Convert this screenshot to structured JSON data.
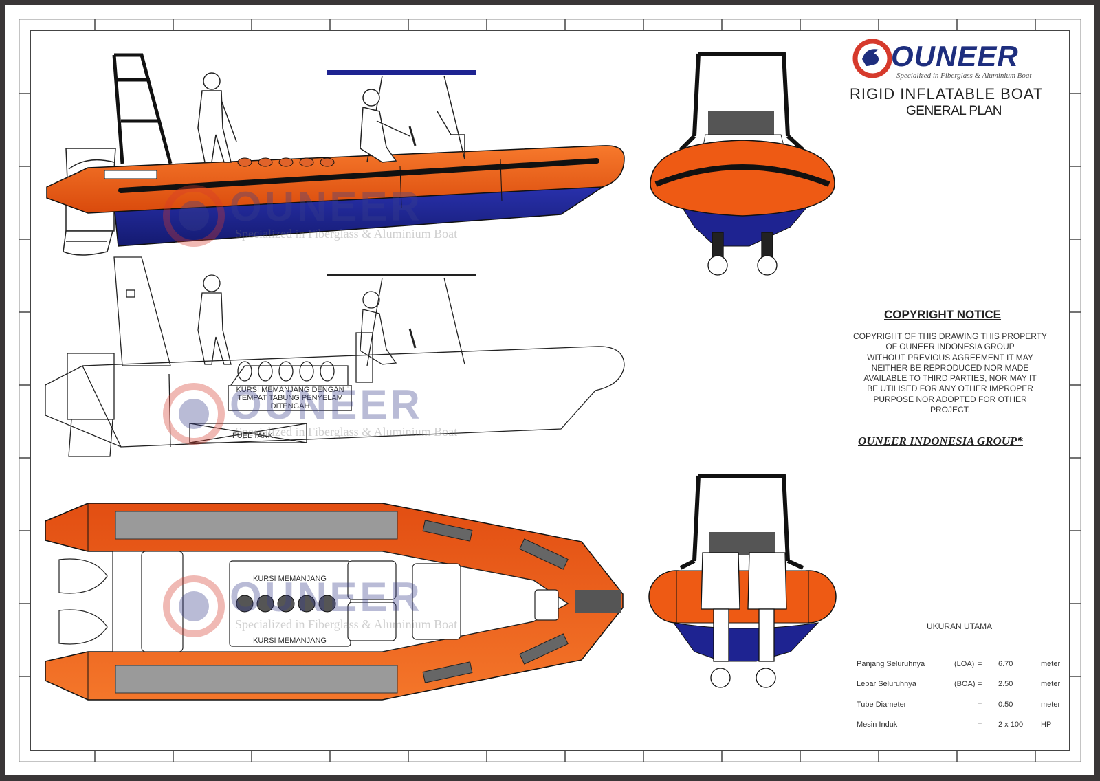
{
  "brand": {
    "name": "OUNEER",
    "tagline": "Specialized in Fiberglass & Aluminium Boat"
  },
  "title": {
    "line1": "RIGID INFLATABLE BOAT",
    "line2": "GENERAL PLAN"
  },
  "copyright": {
    "heading": "COPYRIGHT NOTICE",
    "lines": [
      "COPYRIGHT OF THIS DRAWING THIS PROPERTY",
      "OF OUNEER INDONESIA GROUP",
      "WITHOUT PREVIOUS AGREEMENT IT MAY",
      "NEITHER BE REPRODUCED NOR MADE",
      "AVAILABLE TO THIRD PARTIES, NOR MAY IT",
      "BE UTILISED FOR ANY OTHER IMPROPER",
      "PURPOSE NOR ADOPTED FOR OTHER",
      "PROJECT."
    ],
    "group": "OUNEER INDONESIA GROUP*"
  },
  "profile_notes": {
    "bench_note": [
      "KURSI MEMANJANG DENGAN",
      "TEMPAT TABUNG PENYELAM",
      "DITENGAH"
    ],
    "fuel_label": "FUEL TANK"
  },
  "plan_notes": {
    "bench_top": "KURSI MEMANJANG",
    "bench_bottom": "KURSI MEMANJANG"
  },
  "main_dimensions": {
    "heading": "UKURAN UTAMA",
    "rows": [
      {
        "label": "Panjang Seluruhnya",
        "abbr": "(LOA)",
        "eq": "=",
        "value": "6.70",
        "unit": "meter"
      },
      {
        "label": "Lebar Seluruhnya",
        "abbr": "(BOA)",
        "eq": "=",
        "value": "2.50",
        "unit": "meter"
      },
      {
        "label": "Tube Diameter",
        "abbr": "",
        "eq": "=",
        "value": "0.50",
        "unit": "meter"
      },
      {
        "label": "Mesin Induk",
        "abbr": "",
        "eq": "=",
        "value": "2 x 100",
        "unit": "HP"
      }
    ]
  },
  "colors": {
    "tube": "#ee5a14",
    "hull": "#1e2391",
    "frame": "#111111",
    "canopy": "#1e2391",
    "brand_blue": "#1e2e7e",
    "brand_red": "#d63a2c"
  }
}
